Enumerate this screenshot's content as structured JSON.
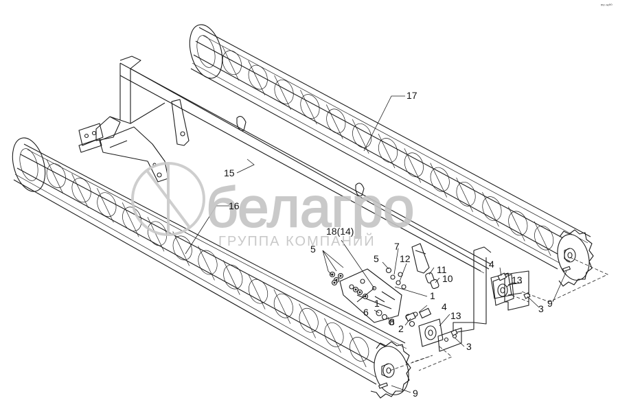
{
  "corner_mark": "ᵐᵒ ⁿᵉ⁰⁰",
  "watermark": {
    "brand": "белагро",
    "tagline": "ГРУППА КОМПАНИЙ"
  },
  "callouts": [
    {
      "id": "c17",
      "text": "17"
    },
    {
      "id": "c15",
      "text": "15"
    },
    {
      "id": "c16",
      "text": "16"
    },
    {
      "id": "c18",
      "text": "18(14)"
    },
    {
      "id": "c5a",
      "text": "5"
    },
    {
      "id": "c5b",
      "text": "5"
    },
    {
      "id": "c7",
      "text": "7"
    },
    {
      "id": "c12",
      "text": "12"
    },
    {
      "id": "c11",
      "text": "11"
    },
    {
      "id": "c10",
      "text": "10"
    },
    {
      "id": "c4a",
      "text": "4"
    },
    {
      "id": "c13a",
      "text": "13"
    },
    {
      "id": "c3a",
      "text": "3"
    },
    {
      "id": "c9a",
      "text": "9"
    },
    {
      "id": "c1a",
      "text": "1"
    },
    {
      "id": "c1b",
      "text": "1"
    },
    {
      "id": "c4b",
      "text": "4"
    },
    {
      "id": "c6",
      "text": "6"
    },
    {
      "id": "c8",
      "text": "8"
    },
    {
      "id": "c2",
      "text": "2"
    },
    {
      "id": "c13b",
      "text": "13"
    },
    {
      "id": "c3b",
      "text": "3"
    },
    {
      "id": "c9b",
      "text": "9"
    }
  ]
}
